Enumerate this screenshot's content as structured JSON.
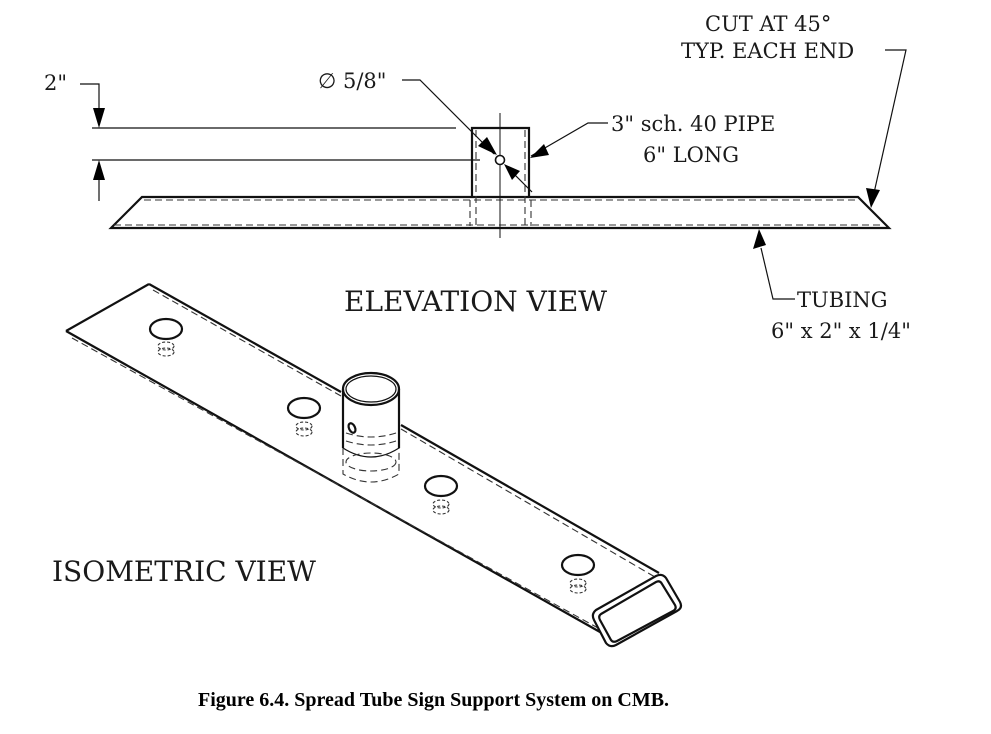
{
  "figure": {
    "caption": "Figure 6.4.  Spread Tube Sign Support System on CMB."
  },
  "elevation_view": {
    "title": "ELEVATION VIEW",
    "dimension_label": "2\"",
    "hole_label": "∅ 5/8\"",
    "pipe_label_line1": "3\" sch. 40 PIPE",
    "pipe_label_line2": "6\" LONG",
    "cut_label_line1": "CUT AT  45°",
    "cut_label_line2": "TYP. EACH END",
    "tubing_label_line1": "TUBING",
    "tubing_label_line2": "6\" x 2\" x 1/4\""
  },
  "isometric_view": {
    "title": "ISOMETRIC VIEW"
  }
}
